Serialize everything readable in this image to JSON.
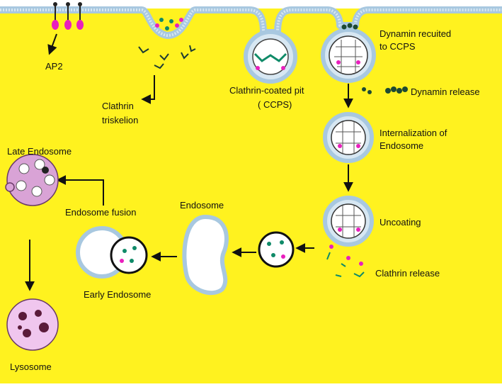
{
  "diagram": {
    "colors": {
      "cytoplasm": "#fff21f",
      "membrane_outer": "#a8c8e0",
      "membrane_inner": "#d7e7f2",
      "adaptor": "#e91fbd",
      "clathrin": "#0f8a68",
      "dynamin": "#1d4a33",
      "lysosome": "#f0c6ee",
      "late_endosome": "#d9a3d6"
    },
    "labels": {
      "ap2": "AP2",
      "clathrin_triskelion_1": "Clathrin",
      "clathrin_triskelion_2": "triskelion",
      "ccp_1": "Clathrin-coated pit",
      "ccp_2": "( CCPS)",
      "dynamin_recruited_1": "Dynamin recuited",
      "dynamin_recruited_2": "to CCPS",
      "dynamin_release": "Dynamin release",
      "internalization_1": "Internalization of",
      "internalization_2": "Endosome",
      "uncoating": "Uncoating",
      "clathrin_release": "Clathrin release",
      "endosome": "Endosome",
      "endosome_fusion": "Endosome fusion",
      "early_endosome": "Early Endosome",
      "late_endosome": "Late Endosome",
      "lysosome": "Lysosome"
    }
  }
}
